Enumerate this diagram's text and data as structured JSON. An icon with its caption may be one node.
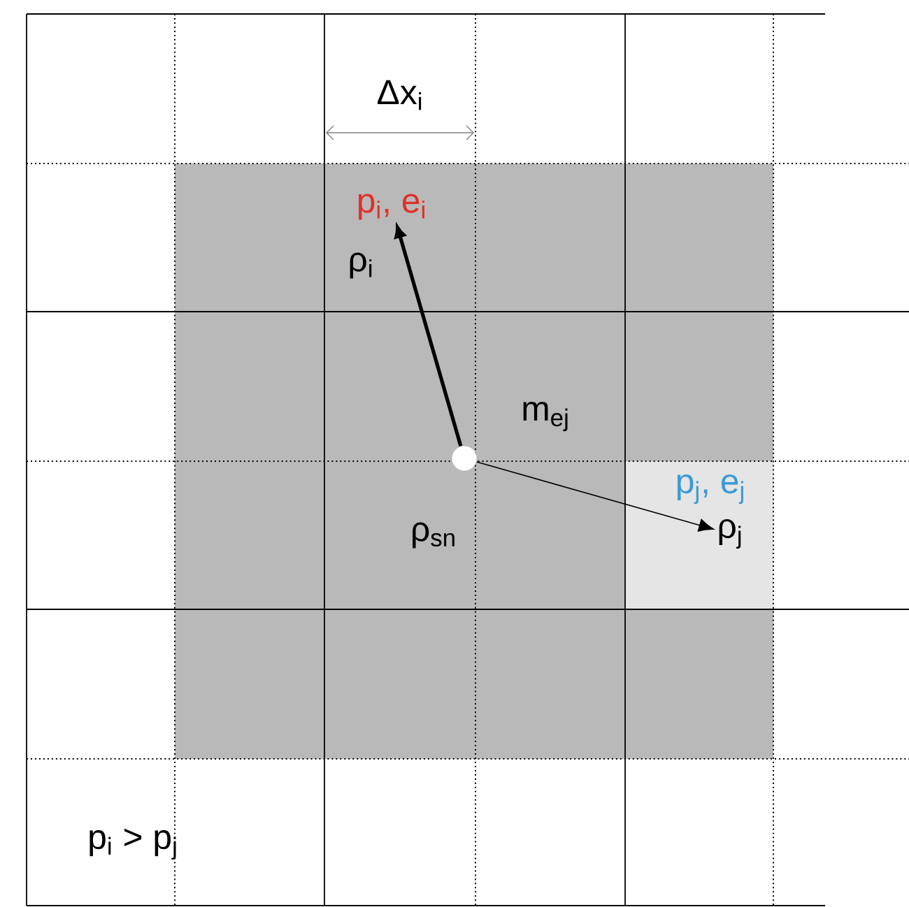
{
  "diagram": {
    "nodes": [
      {
        "text": [],
        "shape": "circle"
      },
      {
        "text": [
          "p$_{i}$, e$_{i}$"
        ]
      },
      {
        "text": [
          "ρ$_{j}$"
        ]
      }
    ],
    "edges": [
      {
        "from": 0,
        "to": 1,
        "arrow": "to",
        "style": "thick"
      },
      {
        "from": 0,
        "to": 2,
        "arrow": "to"
      }
    ],
    "labels": [
      "Δx$_{i}$",
      "ρ$_{i}$",
      "m$_{ej}$",
      "p$_{j}$, e$_{j}$",
      "ρ$_{sn}$",
      "p$_{i}$ > p$_{j}$"
    ]
  }
}
